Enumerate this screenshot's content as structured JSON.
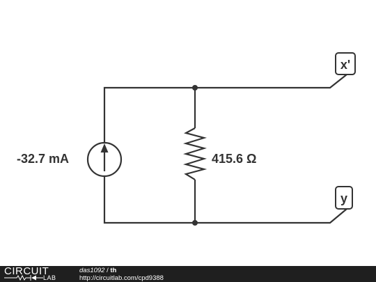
{
  "circuit": {
    "source_label": "-32.7 mA",
    "resistor_label": "415.6 Ω",
    "terminal_top": "x'",
    "terminal_bottom": "y"
  },
  "footer": {
    "logo_top": "CIRCUIT",
    "logo_bottom": "LAB",
    "author": "das1092",
    "separator": " / ",
    "title": "th",
    "url": "http://circuitlab.com/cpd9388"
  },
  "colors": {
    "wire": "#333333",
    "footer_bg": "#1f1f1f",
    "footer_text": "#ffffff"
  }
}
